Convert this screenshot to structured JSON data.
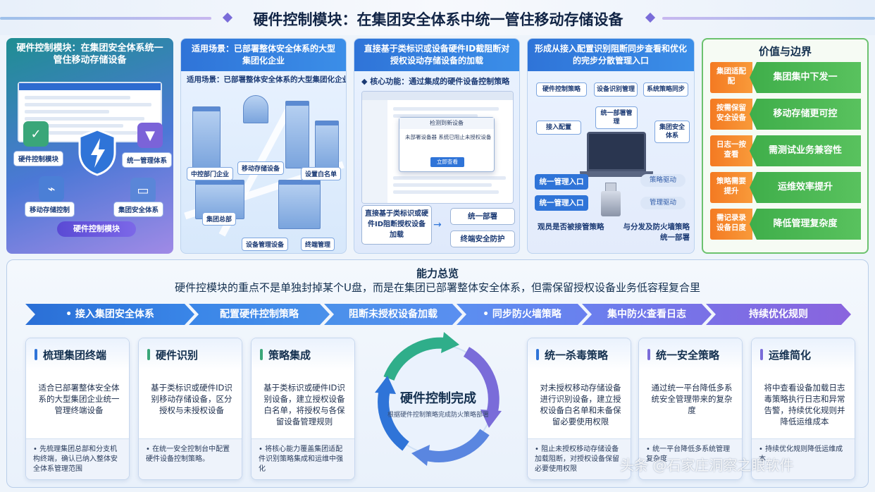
{
  "title": "硬件控制模块：在集团安全体系中统一管住移动存储设备",
  "panel1": {
    "title": "硬件控制模块：在集团安全体系统一管住移动存储设备",
    "nodes": [
      "硬件控制模块",
      "统一管理体系",
      "移动存储控制",
      "集团安全体系"
    ],
    "pill": "硬件控制模块"
  },
  "panel2": {
    "title": "适用场景：已部署整体安全体系的大型集团化企业",
    "subtitle": "适用场景：已部署整体安全体系的大型集团化企业",
    "labels": [
      "中控部门企业",
      "移动存储设备",
      "设置白名单",
      "集团总部",
      "设备管理设备",
      "终端管理"
    ]
  },
  "panel3": {
    "title": "直接基于类标识或设备硬件ID截阻断对授权设动存储设备的加载",
    "core": "◆ 核心功能：通过集成的硬件设备控制策略",
    "dialog_title": "检测到新设备",
    "dialog_warn": "未部署设备器 系统已阻止未授权设备",
    "dialog_btn": "立即查看",
    "box_left": "直接基于类标识或硬件ID阻断授权设备加载",
    "box_right": [
      "统一部署",
      "终端安全防护"
    ]
  },
  "panel4": {
    "title": "形成从接入配置识别阻断同步查看和优化的完步分散管理入口",
    "boxes": [
      "硬件控制策略",
      "设备识别管理",
      "系统策略同步",
      "接入配置",
      "集团安全体系",
      "统一部署管理"
    ],
    "pills": [
      "统一管理入口",
      "统一管理入口"
    ],
    "drivers": [
      "策略驱动",
      "管理驱动"
    ],
    "bottom_left": "观员是否被接管策略",
    "bottom_right": "与分发及防火墙策略统一部署"
  },
  "panel5": {
    "title": "价值与边界",
    "rows": [
      {
        "left": "集团适配配",
        "right": "集团集中下发一"
      },
      {
        "left": "按需保留安全设备",
        "right": "移动存储更可控"
      },
      {
        "left": "日志一按查看",
        "right": "需测试业务兼容性"
      },
      {
        "left": "策略需要提升",
        "right": "运维效率提升"
      },
      {
        "left": "需记录录设备日度",
        "right": "降低管理复杂度"
      }
    ]
  },
  "capability": {
    "title": "能力总览",
    "subtitle": "硬件控模块的重点不是单独封掉某个U盘，而是在集团已部署整体安全体系，但需保留授权设备业务低容程复合里",
    "steps": [
      "• 接入集团安全体系",
      "配置硬件控制策略",
      "阻断未授权设备加载",
      "• 同步防火墙策略",
      "集中防火查看日志",
      "持续优化规则"
    ],
    "center_title": "硬件控制完成",
    "center_sub": "根据硬件控制策略完成防火策略部署",
    "cards": [
      {
        "title": "梳理集团终端",
        "body": "适合已部署整体安全体系的大型集团企业统一管理终端设备",
        "foot": "• 先梳理集团总部和分支机构终端，确认已纳入整体安全体系管理范围"
      },
      {
        "title": "硬件识别",
        "body": "基于类标识或硬件ID识别移动存储设备，区分授权与未授权设备",
        "foot": "• 在统一安全控制台中配置硬件设备控制策略。"
      },
      {
        "title": "策略集成",
        "body": "基于类标识或硬件ID识别设备，建立授权设备白名单，将授权与各保留设备管理规则",
        "foot": "• 将核心能力覆盖集团适配件识别策略集成和运维中强化"
      },
      {
        "title": "统一杀毒策略",
        "body": "对未授权移动存储设备进行识别设备，建立授权设备白名单和未备保留必要使用权限",
        "foot": "• 阻止未授权移动存储设备加载阻断，对授权设备保留必要使用权限"
      },
      {
        "title": "统一安全策略",
        "body": "通过统一平台降低多系统安全管理带来的复杂度",
        "foot": "• 统一平台降低多系统管理复杂度"
      },
      {
        "title": "运维简化",
        "body": "将中查看设备加载日志毒策略执行日志和异常告警，持续优化规则并降低运维成本",
        "foot": "• 持续优化规则降低运维成本"
      }
    ]
  },
  "watermark": "头条 @石家庄洞察之眼软件",
  "colors": {
    "accent": "#2f74d8",
    "purple": "#7a6cd9",
    "orange": "#f47a22",
    "green": "#3fae4a"
  }
}
